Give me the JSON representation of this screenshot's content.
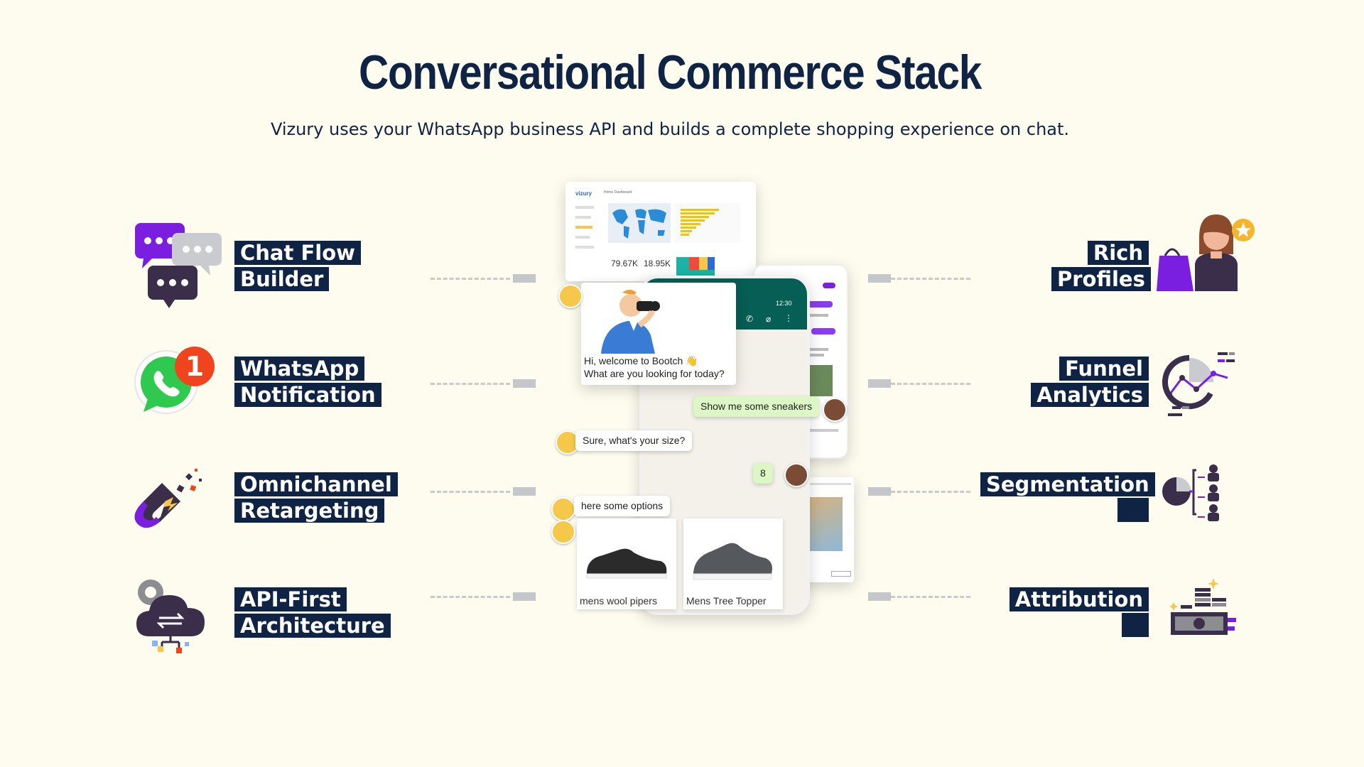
{
  "header": {
    "title": "Conversational Commerce Stack",
    "subtitle": "Vizury uses your WhatsApp business API and builds a complete shopping experience on chat."
  },
  "features_left": [
    {
      "line1": "Chat Flow",
      "line2": "Builder",
      "icon": "chat-bubbles-icon"
    },
    {
      "line1": "WhatsApp",
      "line2": "Notification",
      "icon": "whatsapp-icon",
      "badge": "1"
    },
    {
      "line1": "Omnichannel",
      "line2": "Retargeting",
      "icon": "magnet-icon"
    },
    {
      "line1": "API-First",
      "line2": "Architecture",
      "icon": "cloud-api-icon"
    }
  ],
  "features_right": [
    {
      "line1": "Rich",
      "line2": "Profiles",
      "icon": "shopper-profile-icon"
    },
    {
      "line1": "Funnel",
      "line2": "Analytics",
      "icon": "funnel-analytics-icon"
    },
    {
      "line1": "Segmentation",
      "icon": "segmentation-icon"
    },
    {
      "line1": "Attribution",
      "icon": "attribution-icon"
    }
  ],
  "dashboard": {
    "logo": "vizury",
    "title": "Home Dashboard",
    "stat1": "79.67K",
    "stat2": "18.95K"
  },
  "phone": {
    "time": "12:30",
    "messages": {
      "welcome_line1": "Hi, welcome to Bootch 👋",
      "welcome_line2": "What are you looking for today?",
      "user_sneakers": "Show me some sneakers",
      "size_question": "Sure, what's your size?",
      "user_size": "8",
      "options": "here some options"
    },
    "products": [
      {
        "name": "mens wool pipers"
      },
      {
        "name": "Mens Tree Topper"
      }
    ]
  },
  "colors": {
    "background": "#fdfcef",
    "navy": "#0f2444",
    "purple": "#7a1fe0",
    "whatsapp_green": "#075e54"
  }
}
